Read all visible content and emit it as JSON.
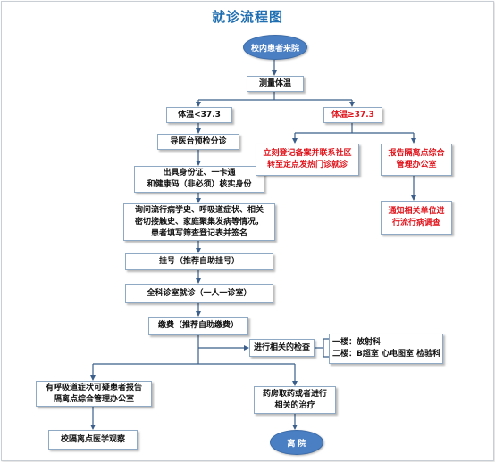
{
  "title": "就诊流程图",
  "nodes": {
    "start": "校内患者来院",
    "measure": "测量体温",
    "temp_low": "体温<37.3",
    "temp_high": "体温≥37.3",
    "triage": "导医台预检分诊",
    "id_check": [
      "出具身份证、一卡通",
      "和健康码（非必须）核实身份"
    ],
    "inquiry": [
      "询问流行病学史、呼吸道症状、相关",
      "密切接触史、家庭聚集发病等情况，",
      "患者填写筛查登记表并签名"
    ],
    "register": "挂号（推荐自助挂号）",
    "consult": "全科诊室就诊（一人一诊室）",
    "pay": "缴费（推荐自助缴费）",
    "exam": "进行相关的检查",
    "floors": [
      "一楼：放射科",
      "二楼：B超室  心电图室  检验科"
    ],
    "report_symptom": [
      "有呼吸道症状可疑患者报告",
      "隔离点综合管理办公室"
    ],
    "observe": "校隔离点医学观察",
    "pharmacy": [
      "药房取药或者进行",
      "相关的治疗"
    ],
    "leave": "离  院",
    "fever_clinic": [
      "立刻登记备案并联系社区",
      "转至定点发热门诊就诊"
    ],
    "report_office": [
      "报告隔离点综合",
      "管理办公室"
    ],
    "notify": [
      "通知相关单位进",
      "行流行病调查"
    ]
  },
  "colors": {
    "title": "#1f6fb2",
    "line": "#3b5f8a",
    "box_border": "#8fa9c4",
    "pill_fill": "#4a7fc3",
    "red_text": "#e0141c"
  }
}
